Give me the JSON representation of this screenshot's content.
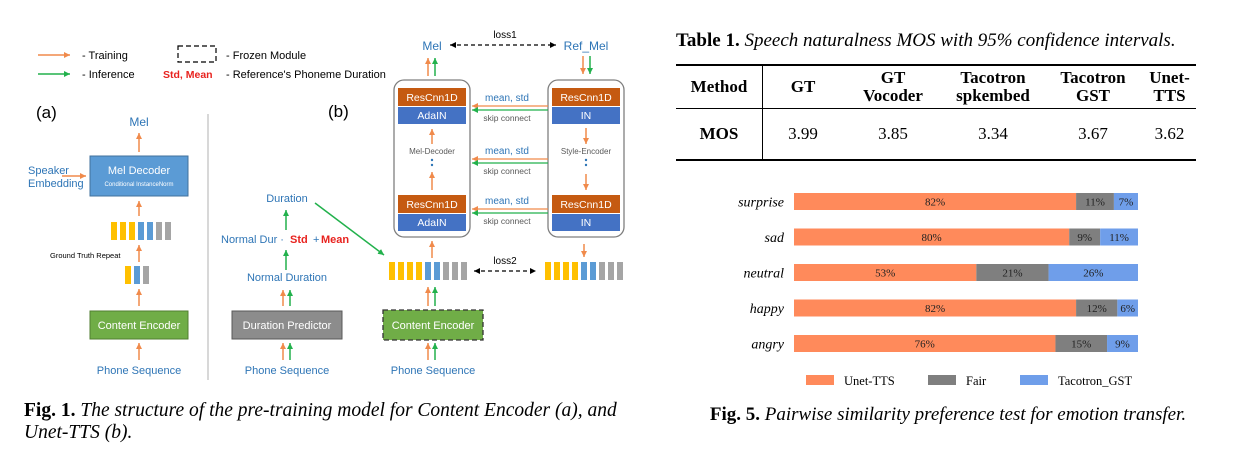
{
  "figure1": {
    "legend": {
      "training": "- Training",
      "inference": "- Inference",
      "frozen": "- Frozen Module",
      "std_mean": "Std, Mean",
      "reference": "- Reference's Phoneme Duration"
    },
    "panel_a": {
      "label": "(a)",
      "mel": "Mel",
      "speaker_1": "Speaker",
      "speaker_2": "Embedding",
      "mel_decoder_1": "Mel Decoder",
      "mel_decoder_2": "Conditional InstanceNorm",
      "ground_truth_repeat": "Ground Truth Repeat",
      "content_encoder": "Content Encoder",
      "phone_sequence": "Phone Sequence"
    },
    "panel_b": {
      "label": "(b)",
      "duration": "Duration",
      "normal_dur": "Normal Dur ·",
      "std": "Std",
      "plus": "+",
      "mean": "Mean",
      "normal_duration": "Normal Duration",
      "duration_predictor": "Duration Predictor",
      "phone_sequence_left": "Phone Sequence",
      "content_encoder": "Content Encoder",
      "phone_sequence_mid": "Phone Sequence",
      "mel": "Mel",
      "ref_mel": "Ref_Mel",
      "loss1": "loss1",
      "loss2": "loss2",
      "rescnn": "ResCnn1D",
      "adain": "AdaIN",
      "in": "IN",
      "mean_std": "mean, std",
      "skip_connect": "skip connect",
      "mel_decoder": "Mel-Decoder",
      "style_encoder": "Style-Encoder"
    },
    "caption_bold": "Fig. 1.",
    "caption_text": "The structure of the pre-training model for Content Encoder (a), and Unet-TTS (b)."
  },
  "table1": {
    "caption_bold": "Table 1.",
    "caption_text": "Speech naturalness MOS with 95% confidence intervals.",
    "headers": [
      [
        "Method"
      ],
      [
        "GT"
      ],
      [
        "GT",
        "Vocoder"
      ],
      [
        "Tacotron",
        "spkembed"
      ],
      [
        "Tacotron",
        "GST"
      ],
      [
        "Unet-TTS"
      ]
    ],
    "row": {
      "label": "MOS",
      "values": [
        "3.99",
        "3.85",
        "3.34",
        "3.67",
        "3.62"
      ]
    }
  },
  "chart_data": {
    "type": "bar",
    "stacked": true,
    "orientation": "horizontal",
    "categories": [
      "surprise",
      "sad",
      "neutral",
      "happy",
      "angry"
    ],
    "series": [
      {
        "name": "Unet-TTS",
        "color": "#ff8a5b",
        "values": [
          82,
          80,
          53,
          82,
          76
        ],
        "labels": [
          "82%",
          "80%",
          "53%",
          "82%",
          "76%"
        ]
      },
      {
        "name": "Fair",
        "color": "#7f7f7f",
        "values": [
          11,
          9,
          21,
          12,
          15
        ],
        "labels": [
          "11%",
          "9%",
          "21%",
          "12%",
          "15%"
        ]
      },
      {
        "name": "Tacotron_GST",
        "color": "#6f9eea",
        "values": [
          7,
          11,
          26,
          6,
          9
        ],
        "labels": [
          "7%",
          "11%",
          "26%",
          "6%",
          "9%"
        ]
      }
    ],
    "xlim": [
      0,
      100
    ],
    "grid": false,
    "legend_position": "bottom",
    "caption_bold": "Fig. 5.",
    "caption_text": "Pairwise similarity preference test for emotion transfer."
  }
}
